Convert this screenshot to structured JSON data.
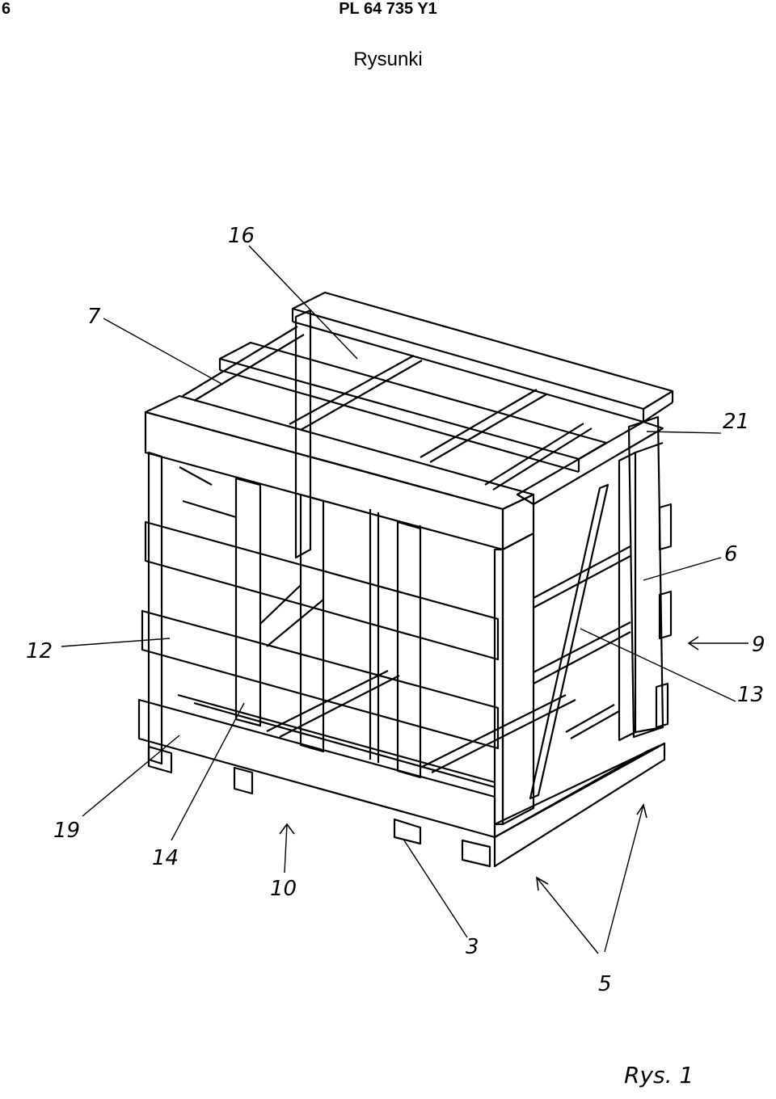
{
  "header": {
    "page_number": "6",
    "document_id": "PL 64 735 Y1"
  },
  "section_title": "Rysunki",
  "figure": {
    "caption": "Rys. 1",
    "reference_numerals": [
      "16",
      "7",
      "21",
      "6",
      "9",
      "12",
      "13",
      "19",
      "14",
      "10",
      "3",
      "5"
    ]
  }
}
